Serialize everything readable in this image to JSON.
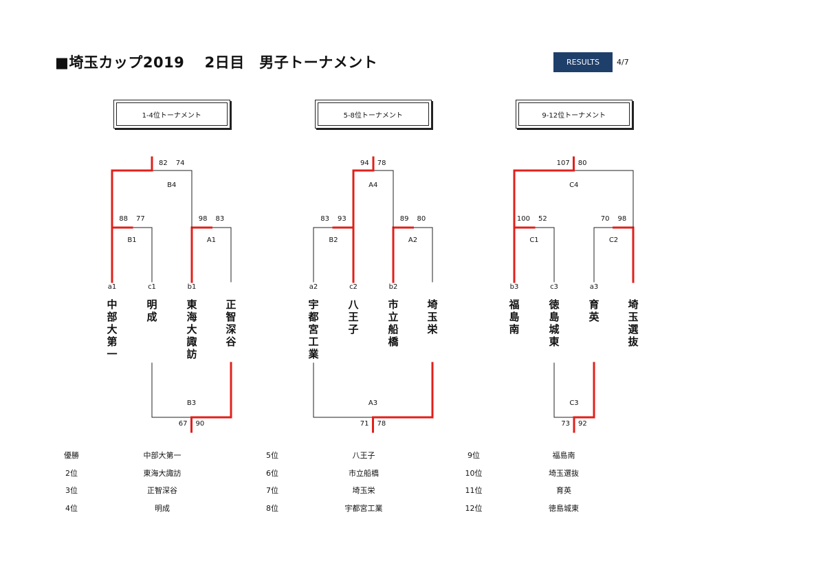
{
  "header": {
    "title": "■埼玉カップ2019　 2日目　男子トーナメント",
    "results_label": "RESULTS",
    "page": "4/7"
  },
  "colors": {
    "win": "#e0201b",
    "line": "#222222",
    "badge": "#1f3f6b"
  },
  "brackets": [
    {
      "title": "1-4位トーナメント",
      "seeds": [
        "a1",
        "c1",
        "b1",
        ""
      ],
      "teams": [
        "中部大第一",
        "明成",
        "東海大諏訪",
        "正智深谷"
      ],
      "semi1": {
        "label": "B1",
        "scores": [
          "88",
          "77"
        ],
        "winner": 0
      },
      "semi2": {
        "label": "A1",
        "scores": [
          "98",
          "83"
        ],
        "winner": 0
      },
      "final": {
        "label": "B4",
        "scores": [
          "82",
          "74"
        ],
        "winner": 0
      },
      "third": {
        "label": "B3",
        "scores": [
          "67",
          "90"
        ],
        "winner": 1
      }
    },
    {
      "title": "5-8位トーナメント",
      "seeds": [
        "a2",
        "c2",
        "b2",
        ""
      ],
      "teams": [
        "宇都宮工業",
        "八王子",
        "市立船橋",
        "埼玉栄"
      ],
      "semi1": {
        "label": "B2",
        "scores": [
          "83",
          "93"
        ],
        "winner": 1
      },
      "semi2": {
        "label": "A2",
        "scores": [
          "89",
          "80"
        ],
        "winner": 0
      },
      "final": {
        "label": "A4",
        "scores": [
          "94",
          "78"
        ],
        "winner": 0
      },
      "third": {
        "label": "A3",
        "scores": [
          "71",
          "78"
        ],
        "winner": 1
      }
    },
    {
      "title": "9-12位トーナメント",
      "seeds": [
        "b3",
        "c3",
        "a3",
        ""
      ],
      "teams": [
        "福島南",
        "徳島城東",
        "育英",
        "埼玉選抜"
      ],
      "semi1": {
        "label": "C1",
        "scores": [
          "100",
          "52"
        ],
        "winner": 0
      },
      "semi2": {
        "label": "C2",
        "scores": [
          "70",
          "98"
        ],
        "winner": 1
      },
      "final": {
        "label": "C4",
        "scores": [
          "107",
          "80"
        ],
        "winner": 0
      },
      "third": {
        "label": "C3",
        "scores": [
          "73",
          "92"
        ],
        "winner": 1
      }
    }
  ],
  "standings": [
    [
      {
        "rank": "優勝",
        "team": "中部大第一"
      },
      {
        "rank": "2位",
        "team": "東海大諏訪"
      },
      {
        "rank": "3位",
        "team": "正智深谷"
      },
      {
        "rank": "4位",
        "team": "明成"
      }
    ],
    [
      {
        "rank": "5位",
        "team": "八王子"
      },
      {
        "rank": "6位",
        "team": "市立船橋"
      },
      {
        "rank": "7位",
        "team": "埼玉栄"
      },
      {
        "rank": "8位",
        "team": "宇都宮工業"
      }
    ],
    [
      {
        "rank": "9位",
        "team": "福島南"
      },
      {
        "rank": "10位",
        "team": "埼玉選抜"
      },
      {
        "rank": "11位",
        "team": "育英"
      },
      {
        "rank": "12位",
        "team": "徳島城東"
      }
    ]
  ]
}
